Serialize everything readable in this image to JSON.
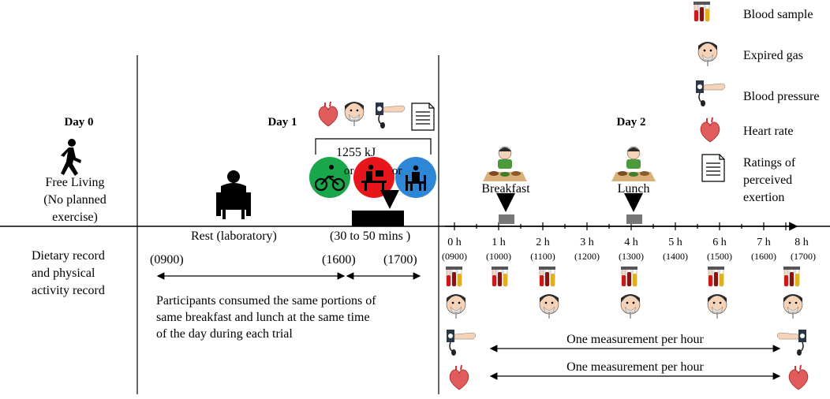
{
  "days": {
    "day0": "Day 0",
    "day1": "Day 1",
    "day2": "Day 2"
  },
  "day0": {
    "line1": "Free Living",
    "line2": "(No planned",
    "line3": "exercise)"
  },
  "day1": {
    "rest_label": "Rest (laboratory)",
    "energy": "1255 kJ",
    "or1": "or",
    "or2": "or",
    "duration": "(30 to 50 mins )",
    "time_start": "(0900)",
    "time_mid": "(1600)",
    "time_end": "(1700)",
    "note_line1": "Participants consumed the same portions of",
    "note_line2": "same breakfast and lunch at the same time",
    "note_line3": "of the day during each trial"
  },
  "left_row": {
    "line1": "Dietary record",
    "line2": "and physical",
    "line3": "activity record"
  },
  "day2": {
    "breakfast": "Breakfast",
    "lunch": "Lunch",
    "hours": [
      "0 h",
      "1 h",
      "2 h",
      "3 h",
      "4 h",
      "5 h",
      "6 h",
      "7 h",
      "8 h"
    ],
    "clock": [
      "(0900)",
      "(1000)",
      "(1100)",
      "(1200)",
      "(1300)",
      "(1400)",
      "(1500)",
      "(1600)",
      "(1700)"
    ],
    "bp_note": "One measurement per hour",
    "hr_note": "One measurement per hour"
  },
  "legend": {
    "blood": "Blood sample",
    "gas": "Expired gas",
    "bp": "Blood pressure",
    "hr": "Heart rate",
    "rpe_line1": "Ratings of",
    "rpe_line2": "perceived",
    "rpe_line3": "exertion"
  },
  "colors": {
    "cycling": "#1aa64a",
    "sitting_active": "#e8161b",
    "sitting": "#2e86d6"
  }
}
